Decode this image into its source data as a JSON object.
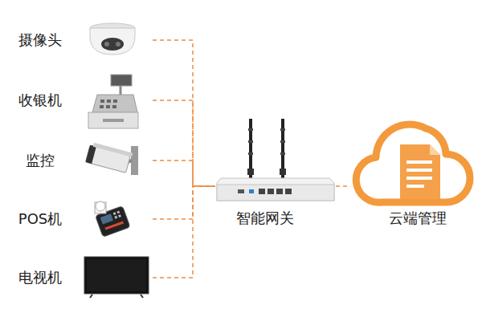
{
  "diagram": {
    "nodes": [
      {
        "text": [
          "摄像头"
        ]
      },
      {
        "text": [
          "收银机"
        ]
      },
      {
        "text": [
          "监控"
        ]
      },
      {
        "text": [
          "POS机"
        ]
      },
      {
        "text": [
          "电视机"
        ]
      },
      {
        "text": [
          "智能网关"
        ]
      },
      {
        "text": [
          "云端管理"
        ]
      }
    ],
    "edges": [
      {
        "from": 0,
        "to": 5,
        "arrow": "none"
      },
      {
        "from": 1,
        "to": 5,
        "arrow": "none"
      },
      {
        "from": 2,
        "to": 5,
        "arrow": "none"
      },
      {
        "from": 3,
        "to": 5,
        "arrow": "none"
      },
      {
        "from": 4,
        "to": 5,
        "arrow": "none"
      },
      {
        "from": 5,
        "to": 6,
        "arrow": "none"
      }
    ]
  }
}
